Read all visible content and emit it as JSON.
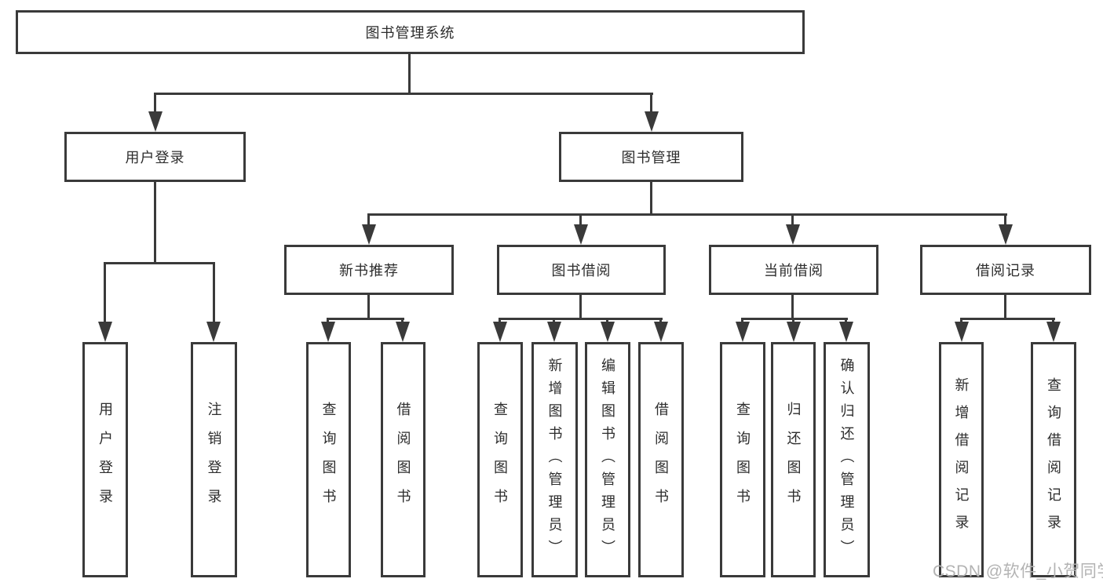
{
  "diagram": {
    "tree": {
      "root": {
        "label": "图书管理系统"
      },
      "branches": [
        {
          "label": "用户登录",
          "children": [
            {
              "label": "用户登录"
            },
            {
              "label": "注销登录"
            }
          ]
        },
        {
          "label": "图书管理",
          "children": [
            {
              "label": "新书推荐",
              "children": [
                {
                  "label": "查询图书"
                },
                {
                  "label": "借阅图书"
                }
              ]
            },
            {
              "label": "图书借阅",
              "children": [
                {
                  "label": "查询图书"
                },
                {
                  "label": "新增图书（管理员）"
                },
                {
                  "label": "编辑图书（管理员）"
                },
                {
                  "label": "借阅图书"
                }
              ]
            },
            {
              "label": "当前借阅",
              "children": [
                {
                  "label": "查询图书"
                },
                {
                  "label": "归还图书"
                },
                {
                  "label": "确认归还（管理员）"
                }
              ]
            },
            {
              "label": "借阅记录",
              "children": [
                {
                  "label": "新增借阅记录"
                },
                {
                  "label": "查询借阅记录"
                }
              ]
            }
          ]
        }
      ]
    },
    "colors": {
      "line": "#3a3a3a",
      "text": "#2d2d2d",
      "background": "#ffffff",
      "watermark": "#b3b3b3"
    }
  },
  "watermark": {
    "text": "CSDN @软件_小贺同学"
  }
}
